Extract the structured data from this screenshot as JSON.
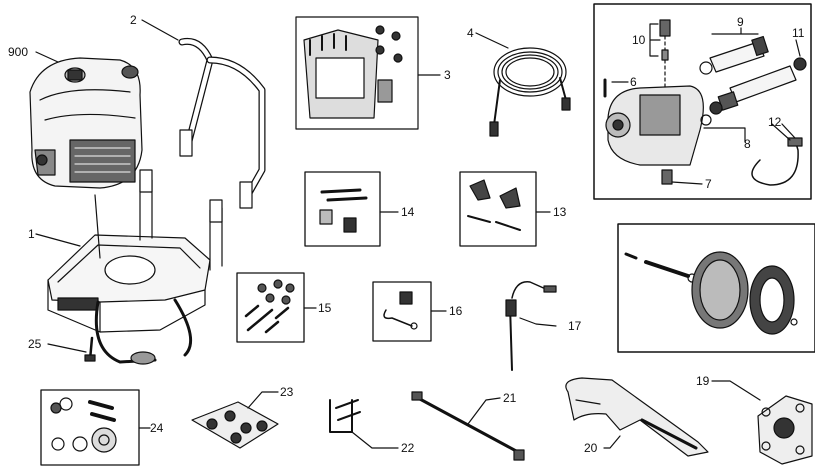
{
  "diagram": {
    "labels": {
      "p900": "900",
      "p1": "1",
      "p2": "2",
      "p3": "3",
      "p4": "4",
      "p6": "6",
      "p7": "7",
      "p8": "8",
      "p9": "9",
      "p10": "10",
      "p11": "11",
      "p12": "12",
      "p13": "13",
      "p14": "14",
      "p15": "15",
      "p16": "16",
      "p17": "17",
      "p19": "19",
      "p20": "20",
      "p21": "21",
      "p22": "22",
      "p23": "23",
      "p24": "24",
      "p25": "25"
    }
  }
}
